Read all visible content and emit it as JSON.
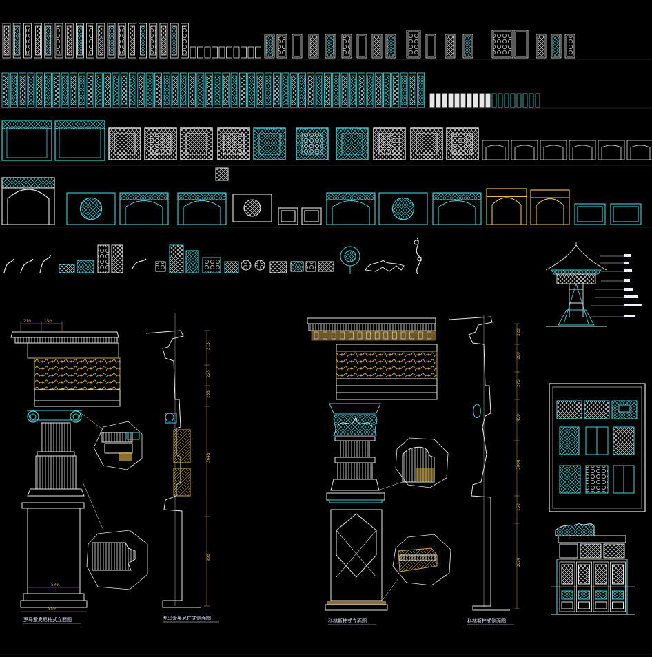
{
  "drawing": {
    "background": "#000000",
    "colors": {
      "white": "#e6e6e6",
      "cyan": "#3fd0d8",
      "gold": "#c8a040",
      "yellow": "#e0c040",
      "red": "#c04040",
      "label": "#f0f0ff"
    },
    "labels": {
      "ionic_front": "罗马爱奥尼柱式立面图",
      "ionic_side": "罗马爱奥尼柱式侧面图",
      "corinth_front": "科林斯柱式立面图",
      "corinth_side": "科林斯柱式侧面图"
    },
    "dimensions": {
      "ionic_top_a": "210",
      "ionic_top_b": "150",
      "ionic_base_width": "850",
      "ionic_shaft_width": "500",
      "ionic_side_dims": [
        "315",
        "225",
        "235",
        "3640",
        "990"
      ],
      "corinth_side_dims": [
        "320",
        "260",
        "275",
        "450",
        "3000",
        "150",
        "3020"
      ]
    },
    "icons": {
      "pavilion": "pavilion-icon",
      "lattice_window": "lattice-window-icon",
      "column": "column-icon"
    }
  }
}
